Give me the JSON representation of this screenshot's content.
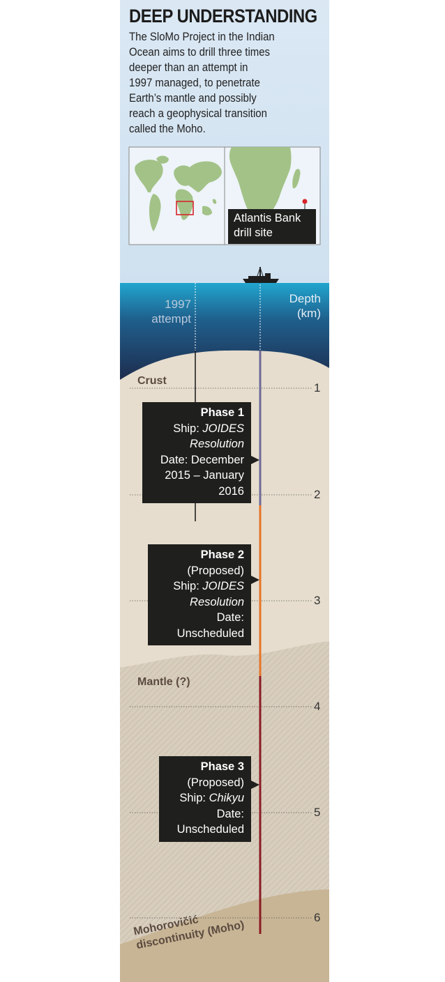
{
  "header": {
    "title": "DEEP UNDERSTANDING",
    "intro_lines": [
      "The SloMo Project in the Indian",
      "Ocean aims to drill three times",
      "deeper than an attempt in",
      "1997 managed, to penetrate",
      "Earth’s mantle and possibly",
      "reach a geophysical transition",
      "called the Moho."
    ]
  },
  "map": {
    "site_label_lines": [
      "Atlantis Bank",
      "drill site"
    ]
  },
  "labels": {
    "attempt_lines": [
      "1997",
      "attempt"
    ],
    "depth_lines": [
      "Depth",
      "(km)"
    ]
  },
  "layers": {
    "crust": "Crust",
    "mantle": "Mantle (?)",
    "moho_lines": [
      "Mohorovičić",
      "discontinuity (Moho)"
    ]
  },
  "depth_ticks": [
    "1",
    "2",
    "3",
    "4",
    "5",
    "6"
  ],
  "phases": {
    "p1": {
      "title": "Phase 1",
      "ship_label": "Ship:",
      "ship_name_a": "JOIDES",
      "ship_name_b": "Resolution",
      "date_lines": [
        "Date: December",
        "2015 – January",
        "2016"
      ]
    },
    "p2": {
      "title": "Phase 2",
      "status": "(Proposed)",
      "ship_label": "Ship:",
      "ship_name_a": "JOIDES",
      "ship_name_b": "Resolution",
      "date_lines": [
        "Date:",
        "Unscheduled"
      ]
    },
    "p3": {
      "title": "Phase 3",
      "status": "(Proposed)",
      "ship_label": "Ship:",
      "ship_name": "Chikyu",
      "date_lines": [
        "Date:",
        "Unscheduled"
      ]
    }
  },
  "colors": {
    "sky": "#dce9f5",
    "ocean_top": "#22a3cc",
    "ocean_bottom": "#1e2747",
    "crust": "#e5dccd",
    "mantle": "#d9cfbf",
    "moho": "#c7b393",
    "phase1_line": "#6e6a98",
    "phase2_line": "#e5752a",
    "phase3_line": "#8a1c24",
    "callout_bg": "#1f1f1d",
    "land": "#9fbf84",
    "water": "#eaf2f8"
  }
}
